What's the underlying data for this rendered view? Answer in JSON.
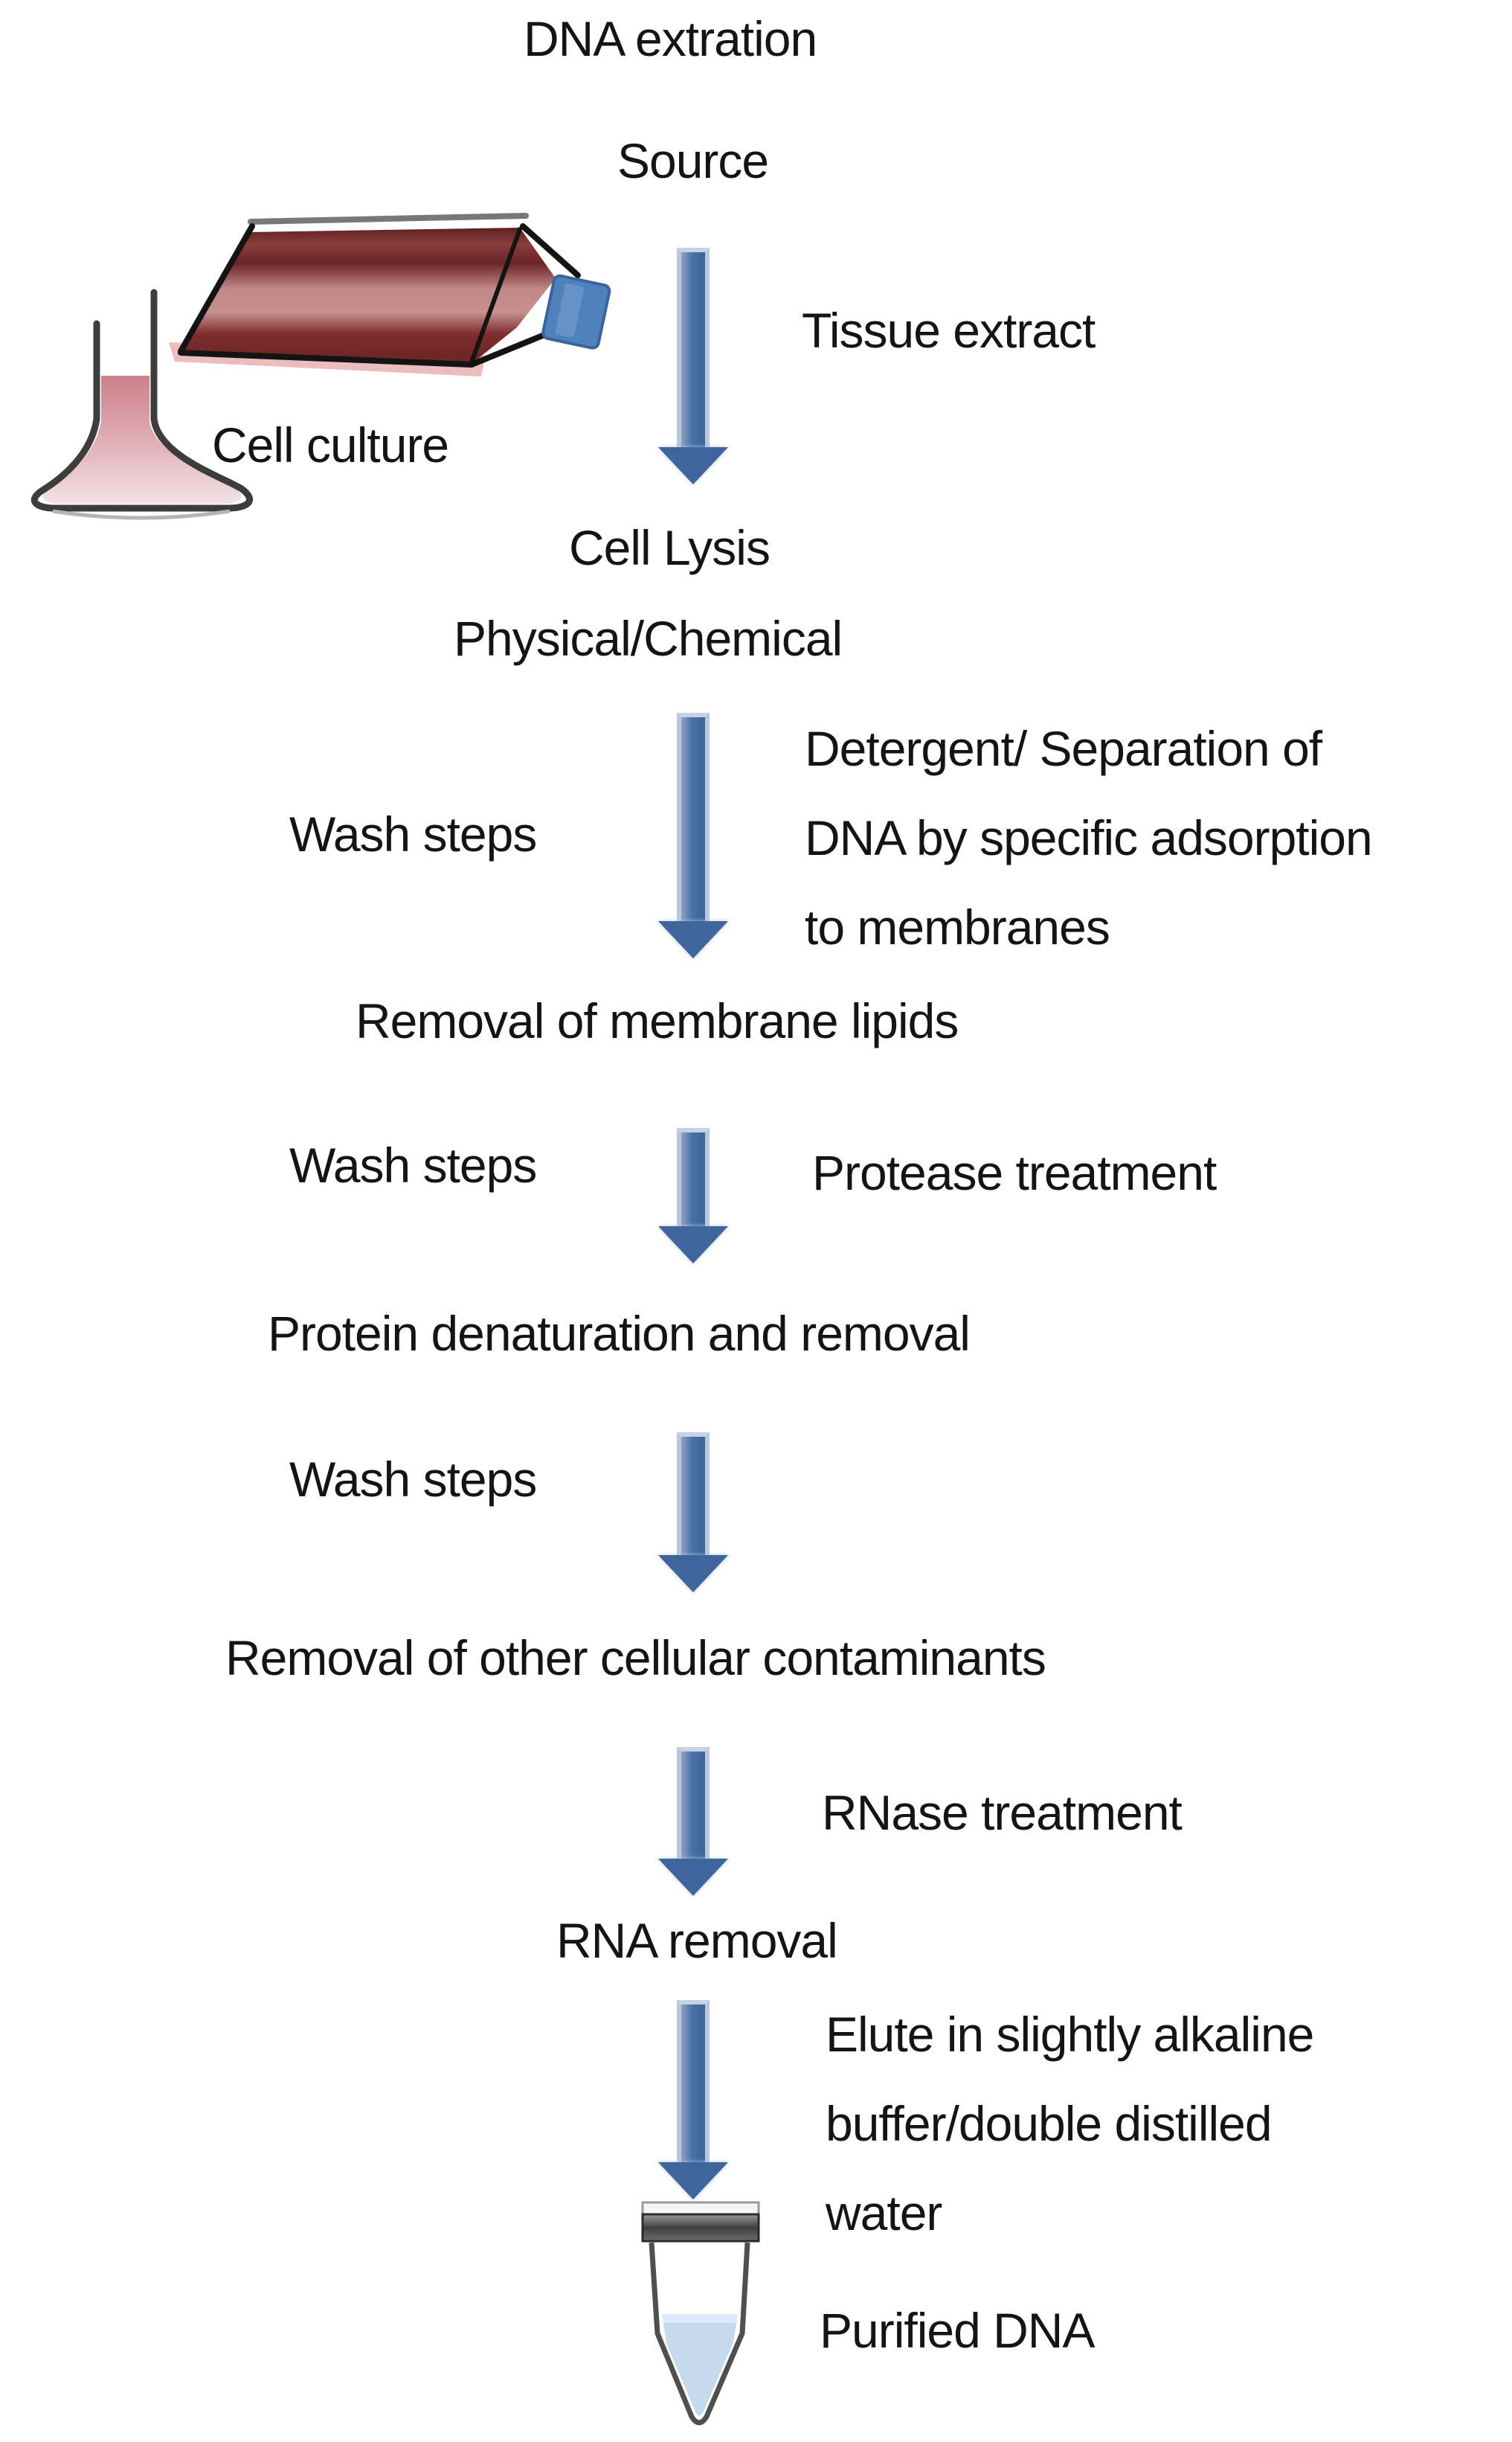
{
  "title": "DNA extration",
  "flow": {
    "source": "Source",
    "tissue_extract": "Tissue extract",
    "cell_culture": "Cell culture",
    "cell_lysis": "Cell Lysis",
    "physical_chemical": "Physical/Chemical",
    "wash_steps": "Wash steps",
    "detergent": {
      "line1": "Detergent/ Separation of",
      "line2": "DNA by specific adsorption",
      "line3": "to membranes"
    },
    "removal_membrane_lipids": "Removal of membrane lipids",
    "protease_treatment": "Protease treatment",
    "protein_denaturation": "Protein denaturation and removal",
    "removal_cellular_contaminants": "Removal of other cellular contaminants",
    "rnase_treatment": "RNase treatment",
    "rna_removal": "RNA removal",
    "elute": {
      "line1": "Elute in slightly alkaline",
      "line2": "buffer/double distilled",
      "line3": "water"
    },
    "purified_dna": "Purified DNA"
  },
  "icons": {
    "cell_culture_flask": "tissue-culture-t-flask",
    "erlenmeyer_flask": "conical-flask-with-pink-media",
    "microcentrifuge_tube": "eppendorf-tube-with-liquid",
    "flow_arrow": "down-arrow"
  },
  "colors": {
    "arrow_fill": "#4a72a7",
    "arrow_edge": "#bac7dd",
    "arrow_head": "#3f669c",
    "tflask_body_dark": "#6e2424",
    "tflask_body_light": "#c48e8e",
    "tflask_cap_blue": "#4f81bd",
    "erlenmeyer_liquid_pink": "#d2838d",
    "tube_liquid_blue": "#c6daee",
    "tube_cap_gray": "#4a4a4a",
    "text": "#141414"
  }
}
